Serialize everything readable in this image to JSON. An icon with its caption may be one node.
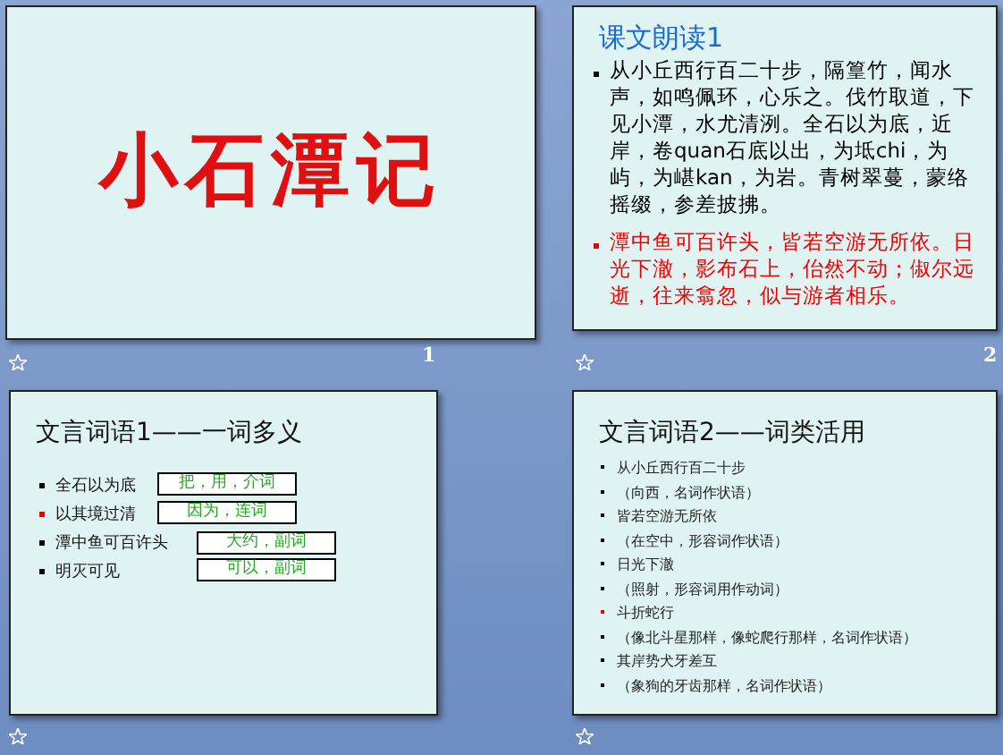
{
  "diagram": {
    "nodes": [
      {
        "text": [
          "小石潭记"
        ]
      },
      {
        "text": [
          "课文朗读1",
          "从小丘西行百二十步，隔篁竹，闻水声，如鸣佩环，心乐之。伐竹取道，下见小潭，水尤清洌。全石以为底，近岸，卷quan石底以出，为坻chi，为屿，为嵁kan，为岩。青树翠蔓，蒙络摇缀，参差披拂。",
          "潭中鱼可百许头，皆若空游无所依。日光下澈，影布石上，佁然不动；俶尔远逝，往来翕忽，似与游者相乐。"
        ]
      },
      {
        "text": [
          "文言词语1——一词多义",
          "全石以为底",
          "以其境过清",
          "潭中鱼可百许头",
          "明灭可见"
        ]
      },
      {
        "text": [
          "把，用，介词"
        ],
        "in": 2
      },
      {
        "text": [
          "因为，连词"
        ],
        "in": 2
      },
      {
        "text": [
          "大约，副词"
        ],
        "in": 2
      },
      {
        "text": [
          "可以，副词"
        ],
        "in": 2
      },
      {
        "text": [
          "文言词语2——词类活用",
          "从小丘西行百二十步",
          "（向西，名词作状语）",
          "皆若空游无所依",
          "（在空中，形容词作状语）",
          "日光下澈",
          "（照射，形容词用作动词）",
          "斗折蛇行",
          "（像北斗星那样，像蛇爬行那样，名词作状语）",
          "其岸势犬牙差互",
          "（象狗的牙齿那样，名词作状语）"
        ]
      }
    ],
    "labels": [
      "1",
      "2"
    ]
  }
}
